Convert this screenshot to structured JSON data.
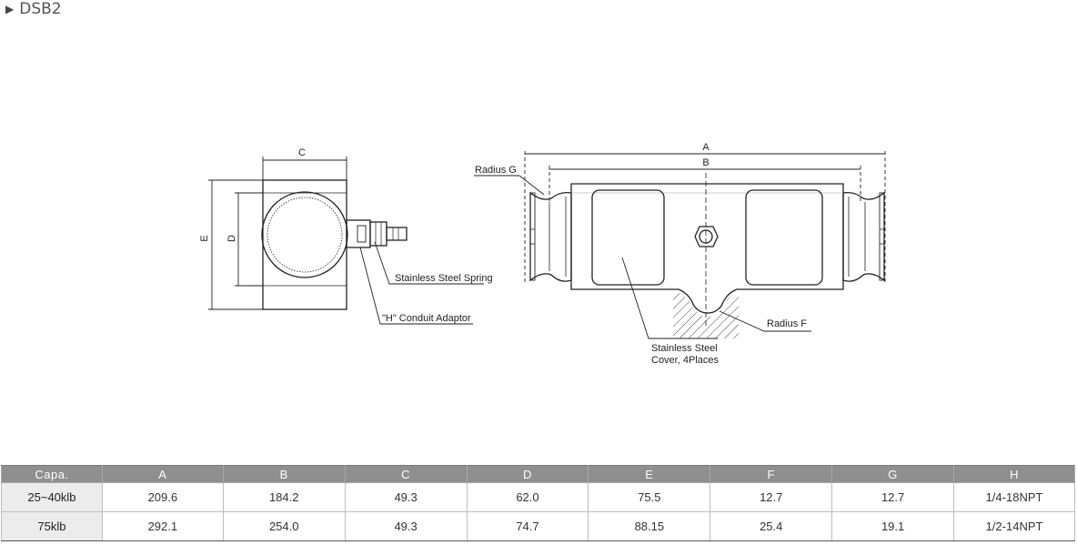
{
  "title": "DSB2",
  "labels": {
    "dim_a": "A",
    "dim_b": "B",
    "dim_c": "C",
    "dim_d": "D",
    "dim_e": "E",
    "radius_g": "Radius G",
    "radius_f": "Radius F",
    "spring": "Stainless Steel Spring",
    "conduit": "\"H\" Conduit Adaptor",
    "cover_line1": "Stainless Steel",
    "cover_line2": "Cover, 4Places"
  },
  "table": {
    "headers": [
      "Capa.",
      "A",
      "B",
      "C",
      "D",
      "E",
      "F",
      "G",
      "H"
    ],
    "rows": [
      [
        "25~40klb",
        "209.6",
        "184.2",
        "49.3",
        "62.0",
        "75.5",
        "12.7",
        "12.7",
        "1/4-18NPT"
      ],
      [
        "75klb",
        "292.1",
        "254.0",
        "49.3",
        "74.7",
        "88.15",
        "25.4",
        "19.1",
        "1/2-14NPT"
      ]
    ]
  }
}
